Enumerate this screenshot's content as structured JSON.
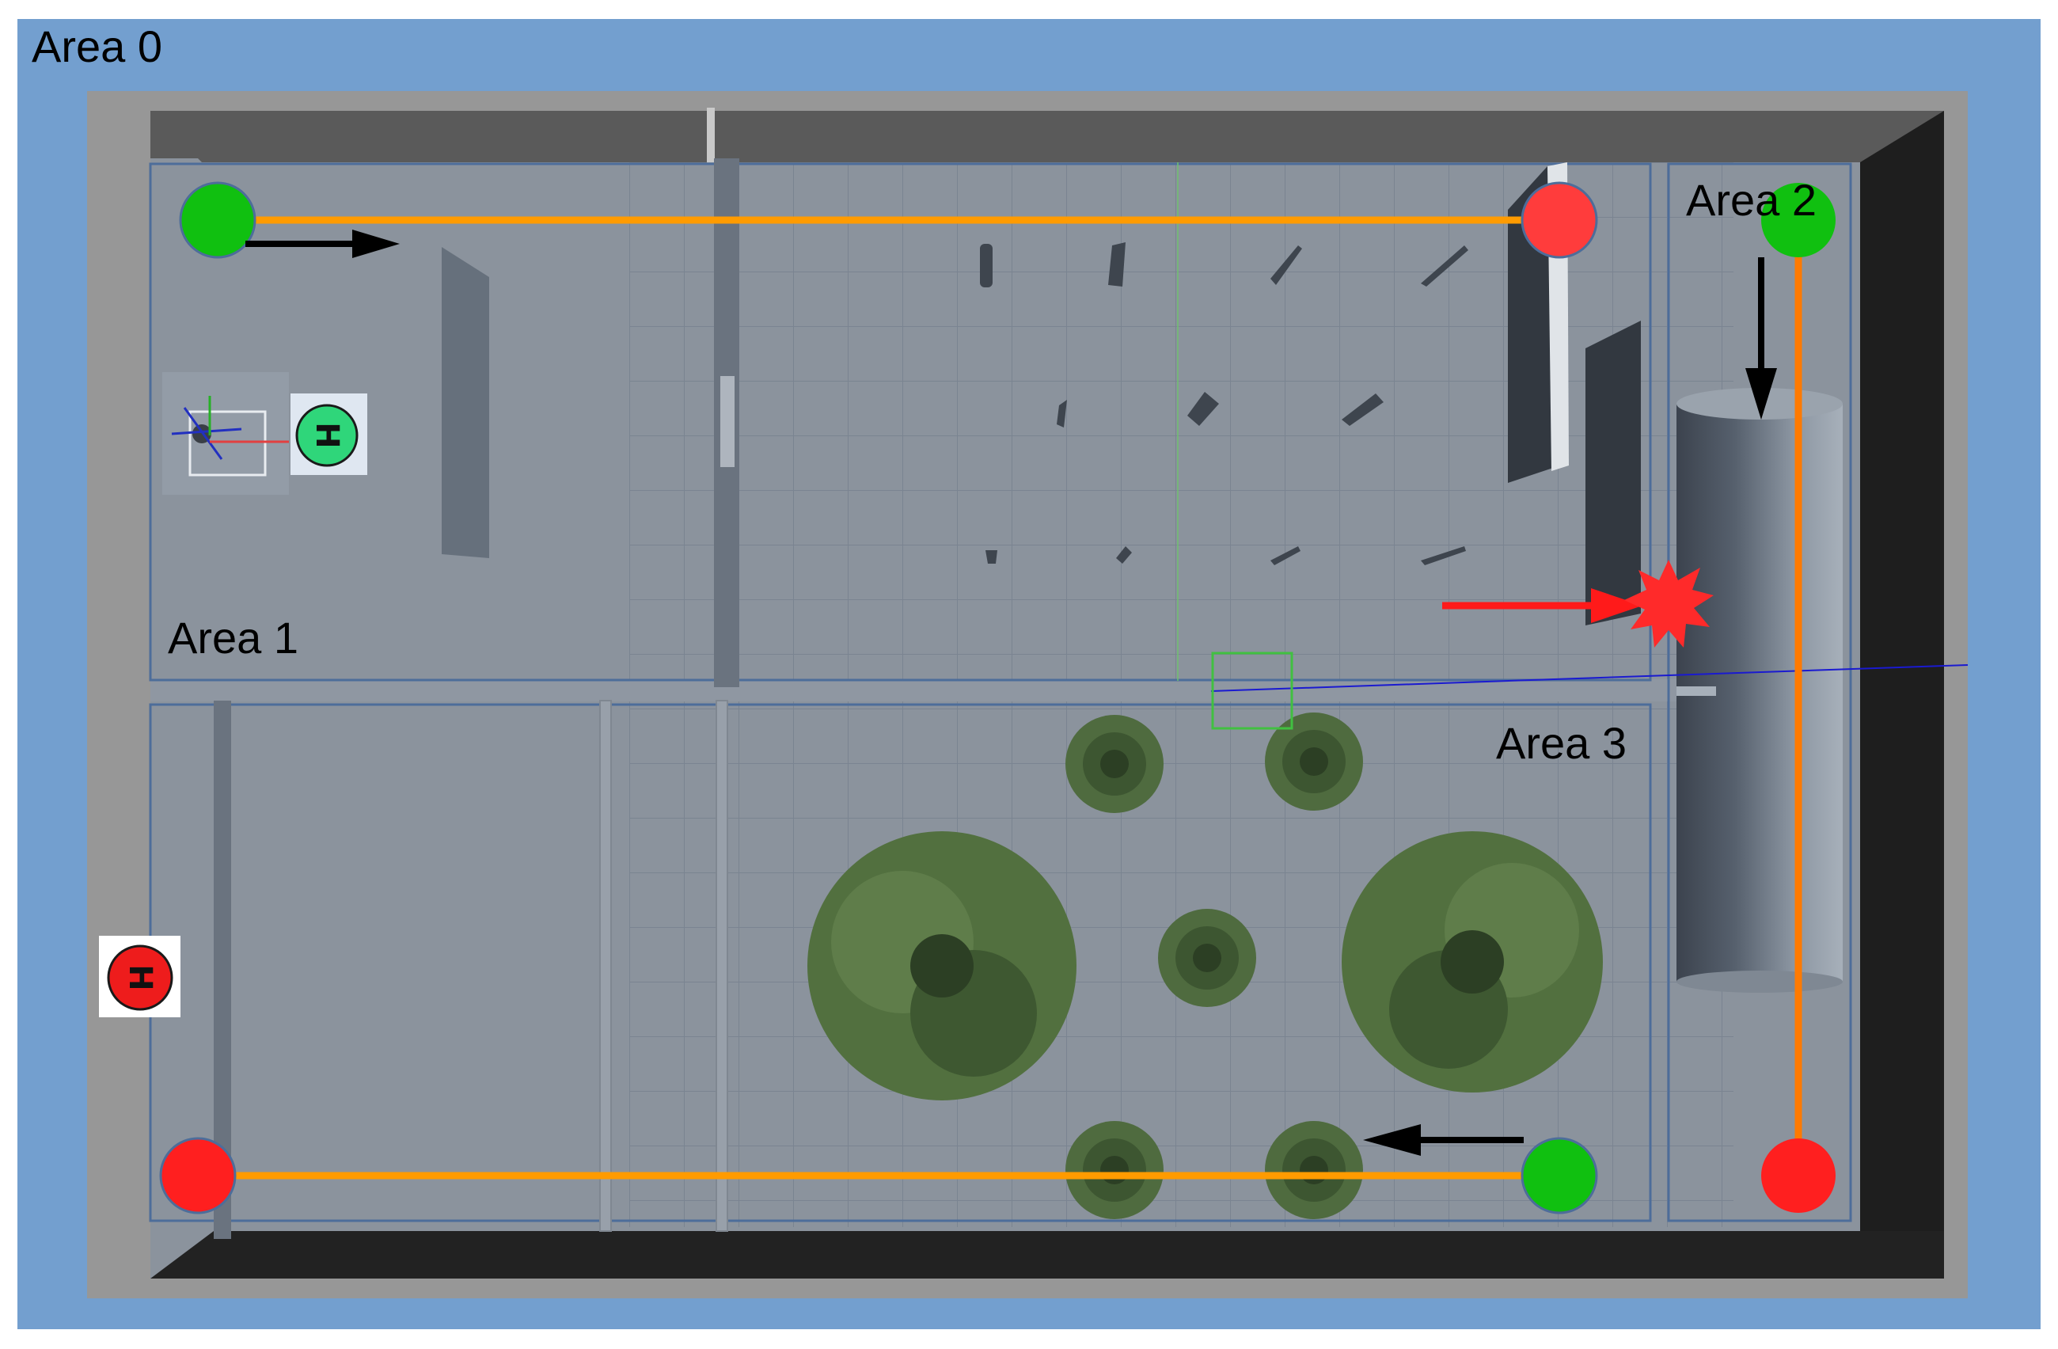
{
  "labels": {
    "area0": "Area 0",
    "area1": "Area 1",
    "area2": "Area 2",
    "area3": "Area 3"
  },
  "helipads": {
    "start_glyph": "H",
    "end_glyph": "H"
  },
  "colors": {
    "outer_background": "#739fcf",
    "floor": "#8b939d",
    "wall_top": "#5a5a5a",
    "wall_bottom": "#222222",
    "wall_right": "#1e1e1e",
    "area_border": "#4d6d9a",
    "path": "#ff9b00",
    "start_marker": "#10c010",
    "end_marker": "#ff2a2a",
    "collision": "#ff2a2a",
    "arrow": "#000000",
    "collision_arrow": "#ff1a1a",
    "helipad_start": "#2fd67a",
    "helipad_end": "#ee1c1c",
    "tree": "#4f6b3f"
  },
  "icons": {
    "start": "green-circle-icon",
    "end": "red-circle-icon",
    "collision": "explosion-icon",
    "helipad": "helipad-icon",
    "drone": "drone-icon",
    "direction": "arrow-icon",
    "tree": "tree-icon"
  }
}
